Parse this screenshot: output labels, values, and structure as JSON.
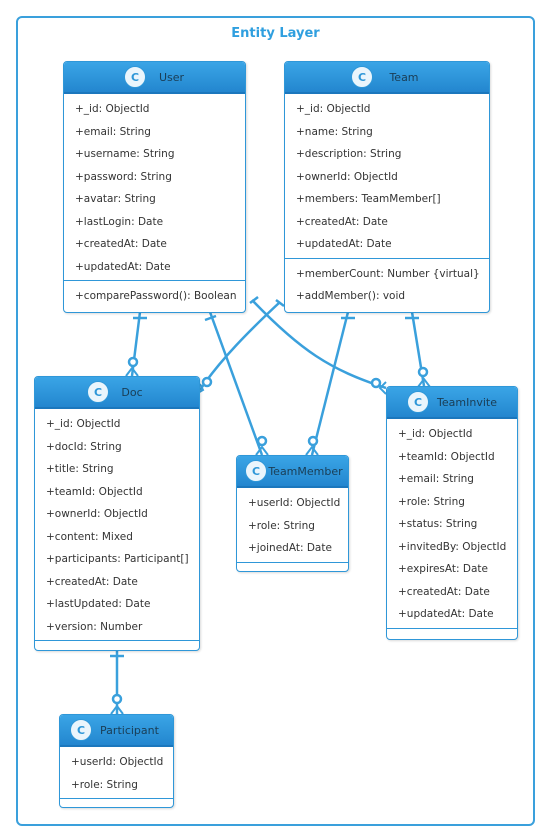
{
  "package": {
    "title": "Entity Layer"
  },
  "colors": {
    "accent": "#2f9fdf",
    "header": "#2386cf",
    "line": "#3aa0dc"
  },
  "classes": {
    "user": {
      "badge": "C",
      "name": "User",
      "attributes": [
        "+_id: ObjectId",
        "+email: String",
        "+username: String",
        "+password: String",
        "+avatar: String",
        "+lastLogin: Date",
        "+createdAt: Date",
        "+updatedAt: Date"
      ],
      "methods": [
        "+comparePassword(): Boolean"
      ]
    },
    "team": {
      "badge": "C",
      "name": "Team",
      "attributes": [
        "+_id: ObjectId",
        "+name: String",
        "+description: String",
        "+ownerId: ObjectId",
        "+members: TeamMember[]",
        "+createdAt: Date",
        "+updatedAt: Date"
      ],
      "methods": [
        "+memberCount: Number {virtual}",
        "+addMember(): void"
      ]
    },
    "doc": {
      "badge": "C",
      "name": "Doc",
      "attributes": [
        "+_id: ObjectId",
        "+docId: String",
        "+title: String",
        "+teamId: ObjectId",
        "+ownerId: ObjectId",
        "+content: Mixed",
        "+participants: Participant[]",
        "+createdAt: Date",
        "+lastUpdated: Date",
        "+version: Number"
      ],
      "methods": []
    },
    "teammember": {
      "badge": "C",
      "name": "TeamMember",
      "attributes": [
        "+userId: ObjectId",
        "+role: String",
        "+joinedAt: Date"
      ],
      "methods": []
    },
    "teaminvite": {
      "badge": "C",
      "name": "TeamInvite",
      "attributes": [
        "+_id: ObjectId",
        "+teamId: ObjectId",
        "+email: String",
        "+role: String",
        "+status: String",
        "+invitedBy: ObjectId",
        "+expiresAt: Date",
        "+createdAt: Date",
        "+updatedAt: Date"
      ],
      "methods": []
    },
    "participant": {
      "badge": "C",
      "name": "Participant",
      "attributes": [
        "+userId: ObjectId",
        "+role: String"
      ],
      "methods": []
    }
  }
}
